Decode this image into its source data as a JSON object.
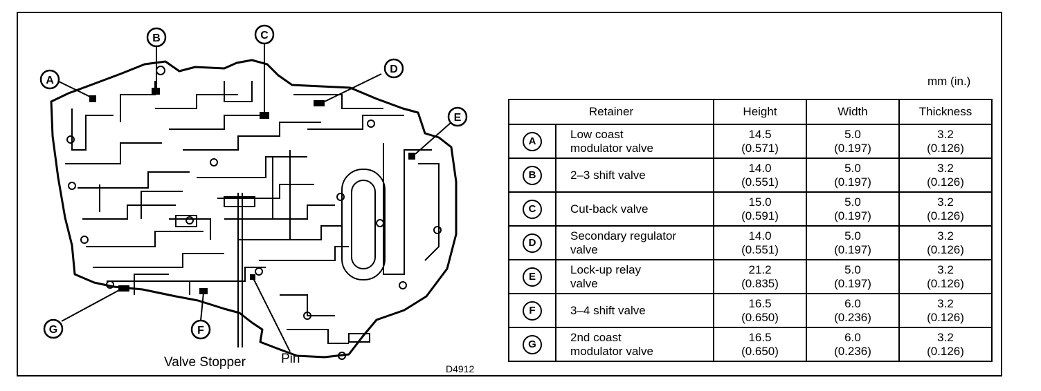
{
  "diagram": {
    "callouts": [
      "A",
      "B",
      "C",
      "D",
      "E",
      "F",
      "G"
    ],
    "valve_stopper_label": "Valve Stopper",
    "pin_label": "Pin",
    "figure_code": "D4912"
  },
  "table": {
    "units": "mm (in.)",
    "headers": {
      "retainer": "Retainer",
      "height": "Height",
      "width": "Width",
      "thickness": "Thickness"
    },
    "rows": [
      {
        "letter": "A",
        "name_line1": "Low coast",
        "name_line2": "modulator valve",
        "height_mm": "14.5",
        "height_in": "(0.571)",
        "width_mm": "5.0",
        "width_in": "(0.197)",
        "thickness_mm": "3.2",
        "thickness_in": "(0.126)"
      },
      {
        "letter": "B",
        "name_line1": "2–3 shift valve",
        "name_line2": "",
        "height_mm": "14.0",
        "height_in": "(0.551)",
        "width_mm": "5.0",
        "width_in": "(0.197)",
        "thickness_mm": "3.2",
        "thickness_in": "(0.126)"
      },
      {
        "letter": "C",
        "name_line1": "Cut-back valve",
        "name_line2": "",
        "height_mm": "15.0",
        "height_in": "(0.591)",
        "width_mm": "5.0",
        "width_in": "(0.197)",
        "thickness_mm": "3.2",
        "thickness_in": "(0.126)"
      },
      {
        "letter": "D",
        "name_line1": "Secondary regulator",
        "name_line2": "valve",
        "height_mm": "14.0",
        "height_in": "(0.551)",
        "width_mm": "5.0",
        "width_in": "(0.197)",
        "thickness_mm": "3.2",
        "thickness_in": "(0.126)"
      },
      {
        "letter": "E",
        "name_line1": "Lock-up relay",
        "name_line2": "valve",
        "height_mm": "21.2",
        "height_in": "(0.835)",
        "width_mm": "5.0",
        "width_in": "(0.197)",
        "thickness_mm": "3.2",
        "thickness_in": "(0.126)"
      },
      {
        "letter": "F",
        "name_line1": "3–4 shift valve",
        "name_line2": "",
        "height_mm": "16.5",
        "height_in": "(0.650)",
        "width_mm": "6.0",
        "width_in": "(0.236)",
        "thickness_mm": "3.2",
        "thickness_in": "(0.126)"
      },
      {
        "letter": "G",
        "name_line1": "2nd coast",
        "name_line2": "modulator valve",
        "height_mm": "16.5",
        "height_in": "(0.650)",
        "width_mm": "6.0",
        "width_in": "(0.236)",
        "thickness_mm": "3.2",
        "thickness_in": "(0.126)"
      }
    ]
  }
}
